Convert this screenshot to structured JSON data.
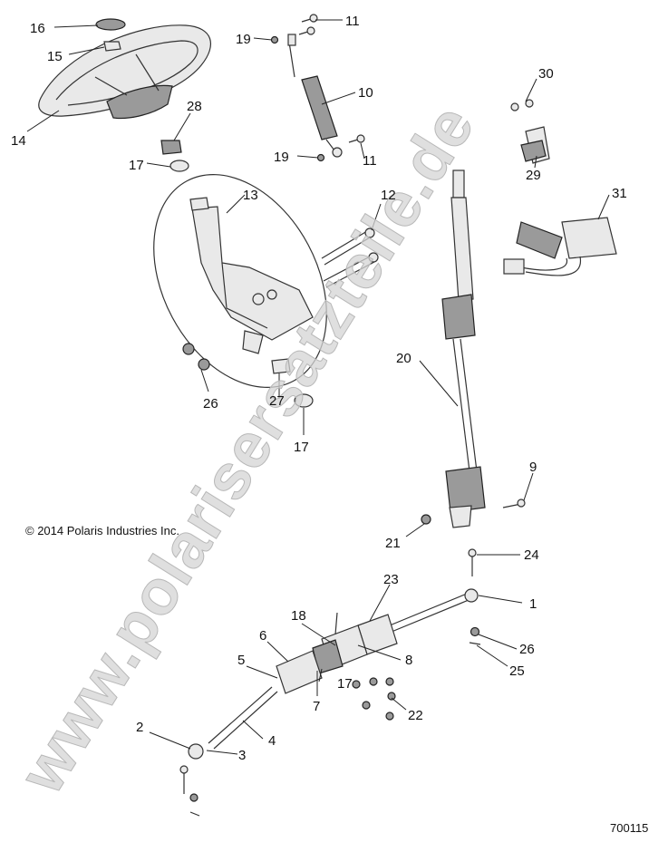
{
  "diagram": {
    "copyright": "© 2014 Polaris Industries Inc.",
    "figure_number": "700115",
    "watermark": "www.polarisersatzteile.de",
    "callouts": [
      {
        "id": "c16",
        "label": "16"
      },
      {
        "id": "c15",
        "label": "15"
      },
      {
        "id": "c14",
        "label": "14"
      },
      {
        "id": "c28",
        "label": "28"
      },
      {
        "id": "c17a",
        "label": "17"
      },
      {
        "id": "c13",
        "label": "13"
      },
      {
        "id": "c26a",
        "label": "26"
      },
      {
        "id": "c27",
        "label": "27"
      },
      {
        "id": "c17b",
        "label": "17"
      },
      {
        "id": "c19a",
        "label": "19"
      },
      {
        "id": "c11a",
        "label": "11"
      },
      {
        "id": "c10",
        "label": "10"
      },
      {
        "id": "c19b",
        "label": "19"
      },
      {
        "id": "c11b",
        "label": "11"
      },
      {
        "id": "c12",
        "label": "12"
      },
      {
        "id": "c30",
        "label": "30"
      },
      {
        "id": "c29",
        "label": "29"
      },
      {
        "id": "c31",
        "label": "31"
      },
      {
        "id": "c20",
        "label": "20"
      },
      {
        "id": "c9",
        "label": "9"
      },
      {
        "id": "c21",
        "label": "21"
      },
      {
        "id": "c24",
        "label": "24"
      },
      {
        "id": "c23",
        "label": "23"
      },
      {
        "id": "c1",
        "label": "1"
      },
      {
        "id": "c18",
        "label": "18"
      },
      {
        "id": "c6",
        "label": "6"
      },
      {
        "id": "c5",
        "label": "5"
      },
      {
        "id": "c8",
        "label": "8"
      },
      {
        "id": "c17c",
        "label": "17"
      },
      {
        "id": "c7",
        "label": "7"
      },
      {
        "id": "c26b",
        "label": "26"
      },
      {
        "id": "c25",
        "label": "25"
      },
      {
        "id": "c22",
        "label": "22"
      },
      {
        "id": "c2",
        "label": "2"
      },
      {
        "id": "c4",
        "label": "4"
      },
      {
        "id": "c3",
        "label": "3"
      }
    ]
  }
}
